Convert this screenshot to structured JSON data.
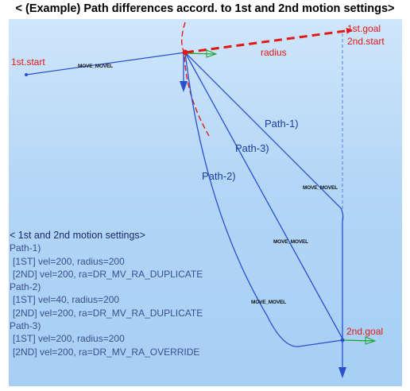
{
  "title": "< (Example) Path differences accord. to 1st and 2nd motion settings>",
  "labels": {
    "start1": "1st.start",
    "goal1": "1st.goal",
    "start2": "2nd.start",
    "goal2": "2nd.goal",
    "radius": "radius",
    "path1": "Path-1)",
    "path2": "Path-2)",
    "path3": "Path-3)",
    "movel_first": "MOVE_MOVEL",
    "movel_path1": "MOVE_MOVEL",
    "movel_path3": "MOVE_MOVEL",
    "movel_path2": "MOVE_MOVEL"
  },
  "settings": {
    "heading": "< 1st and 2nd motion settings>",
    "lines": [
      "Path-1)",
      "[1ST]  vel=200,  radius=200",
      "[2ND]  vel=200,  ra=DR_MV_RA_DUPLICATE",
      "Path-2)",
      "[1ST]  vel=40,  radius=200",
      "[2ND]  vel=200,  ra=DR_MV_RA_DUPLICATE",
      "Path-3)",
      "[1ST]  vel=200,  radius=200",
      "[2ND]  vel=200,  ra=DR_MV_RA_OVERRIDE"
    ]
  },
  "colors": {
    "path": "#2a4fd0",
    "red": "#e01818",
    "green": "#1aa52a",
    "dashed_blue": "#5a7fd8"
  }
}
